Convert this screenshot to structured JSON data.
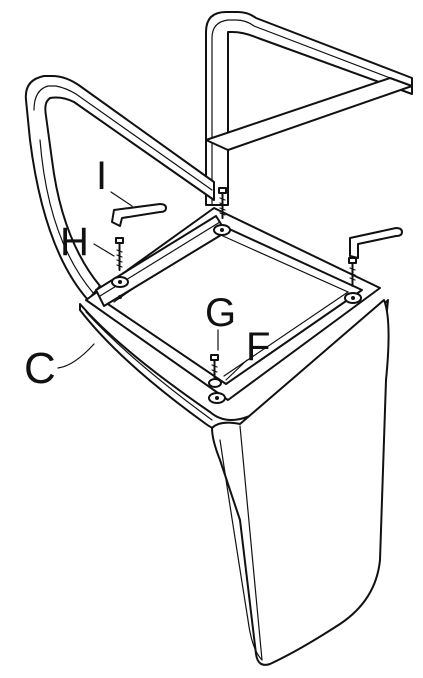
{
  "callouts": {
    "I": "I",
    "H": "H",
    "G": "G",
    "F": "F",
    "C": "C"
  }
}
